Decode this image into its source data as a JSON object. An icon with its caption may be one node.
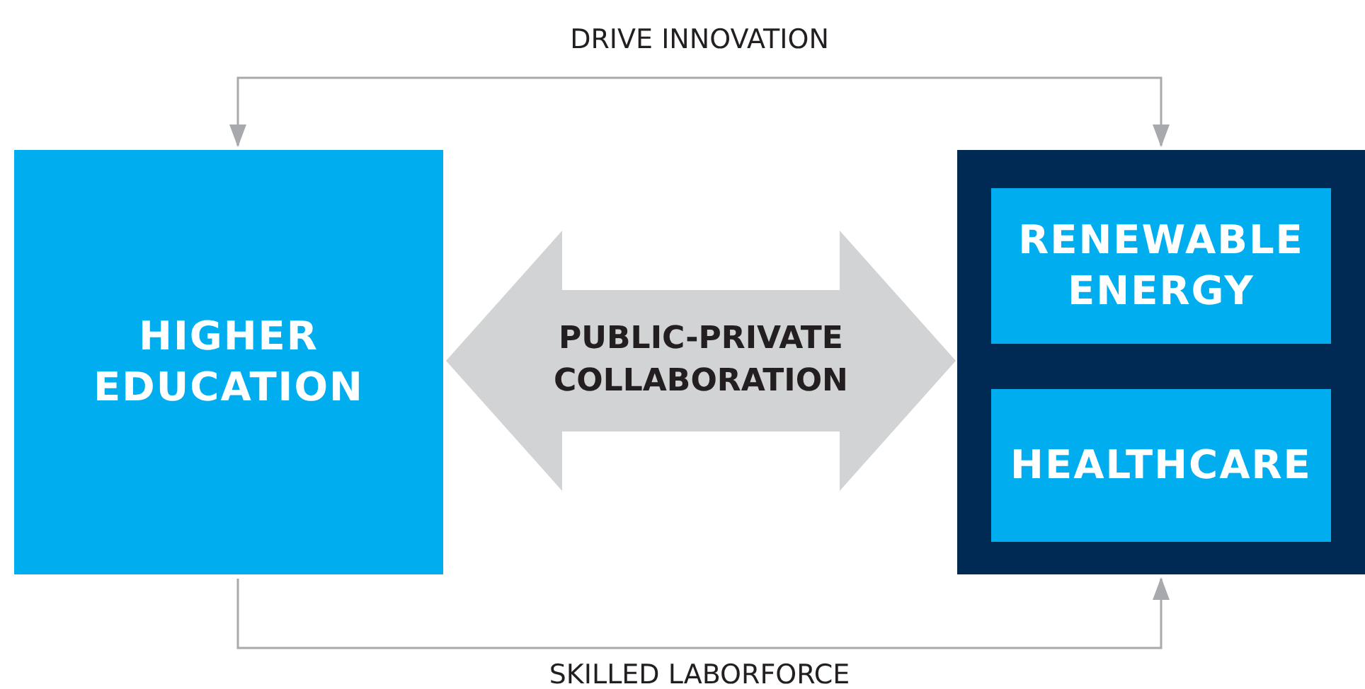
{
  "diagram": {
    "nodes": [
      {
        "text": [
          "HIGHER EDUCATION"
        ]
      },
      {
        "text": [],
        "shape": "box"
      },
      {
        "text": [
          "RENEWABLE ENERGY"
        ],
        "in": 1
      },
      {
        "text": [
          "HEALTHCARE"
        ],
        "in": 1
      }
    ],
    "edges": [
      {
        "from": 0,
        "to": 1,
        "arrow": "both",
        "label": "DRIVE INNOVATION"
      },
      {
        "from": 0,
        "to": 1,
        "arrow": "to",
        "label": "SKILLED LABORFORCE"
      },
      {
        "from": 0,
        "to": 1,
        "arrow": "both",
        "label": "PUBLIC-PRIVATE COLLABORATION",
        "style": "thick",
        "color": "#d1d3d4"
      }
    ]
  }
}
